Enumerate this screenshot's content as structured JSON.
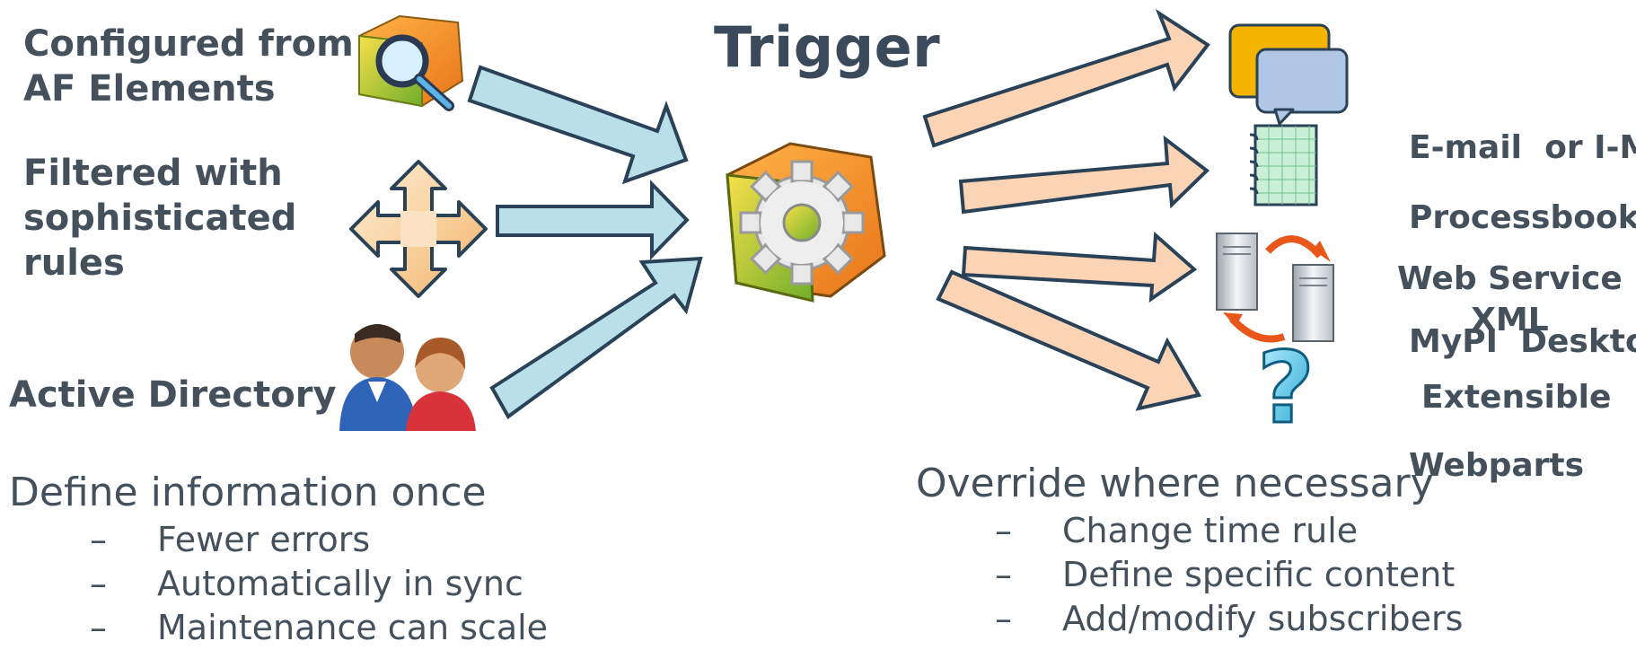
{
  "center": {
    "title": "Trigger"
  },
  "inputs": [
    {
      "label_lines": [
        "Configured from",
        "AF Elements"
      ],
      "icon": "magnifier-element-icon"
    },
    {
      "label_lines": [
        "Filtered with",
        "sophisticated",
        "rules"
      ],
      "icon": "four-way-arrows-icon"
    },
    {
      "label_lines": [
        "Active Directory"
      ],
      "icon": "users-icon"
    }
  ],
  "outputs": [
    {
      "label_lines": [
        "E-mail  or I-M"
      ],
      "icon": "chat-bubbles-icon"
    },
    {
      "label_lines": [
        "Processbook",
        "MyPI  Desktop",
        "Webparts"
      ],
      "icon": "notebook-icon"
    },
    {
      "label_lines": [
        "Web Service",
        "XML"
      ],
      "icon": "servers-sync-icon"
    },
    {
      "label_lines": [
        "Extensible"
      ],
      "icon": "question-mark-icon"
    }
  ],
  "left_notes": {
    "heading": "Define information once",
    "items": [
      "Fewer errors",
      "Automatically in sync",
      "Maintenance can scale"
    ]
  },
  "right_notes": {
    "heading": "Override where necessary",
    "items": [
      "Change time rule",
      "Define specific content",
      "Add/modify subscribers"
    ]
  },
  "bullet_marker": "–",
  "colors": {
    "input_arrow_fill": "#b9dfe9",
    "output_arrow_fill": "#fbd3b5",
    "arrow_stroke": "#2a4258",
    "text": "#44505c"
  }
}
